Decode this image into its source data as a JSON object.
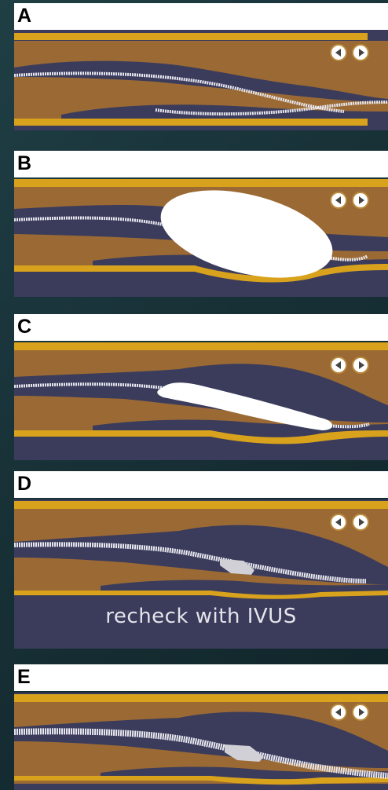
{
  "panels": [
    {
      "label": "A"
    },
    {
      "label": "B"
    },
    {
      "label": "C"
    },
    {
      "label": "D",
      "caption": "recheck with IVUS"
    },
    {
      "label": "E"
    }
  ],
  "icons": {
    "prev": "chevron-left-icon",
    "next": "chevron-right-icon"
  },
  "colors": {
    "background": "#183238",
    "vessel_wall": "#d8a21c",
    "tissue": "#9b6a34",
    "plaque": "#3b3c5c",
    "wire": "#e8e8f0",
    "balloon": "#ffffff"
  }
}
